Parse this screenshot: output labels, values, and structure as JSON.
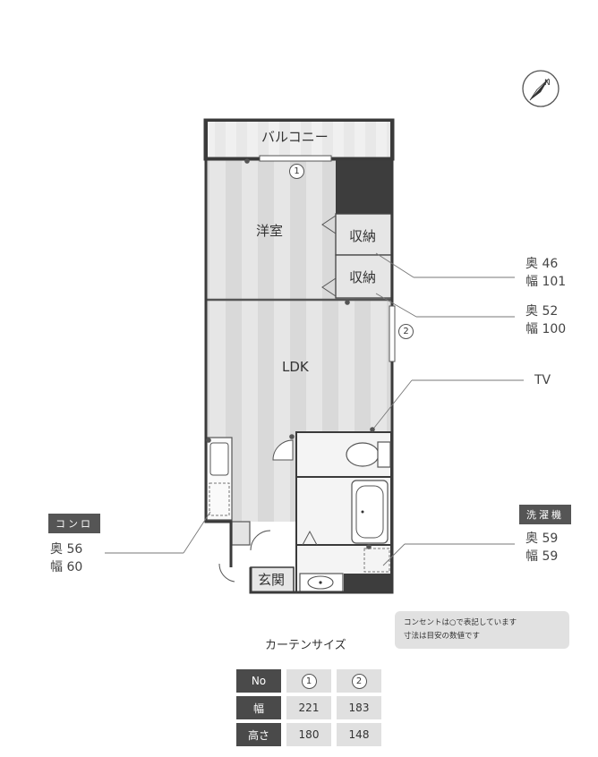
{
  "rooms": {
    "balcony": "バルコニー",
    "western_room": "洋室",
    "storage_1": "収納",
    "storage_2": "収納",
    "ldk": "LDK",
    "entrance": "玄関"
  },
  "window_marks": {
    "w1": "1",
    "w2": "2"
  },
  "annotations": {
    "storage_1": {
      "depth": "奥 46",
      "width": "幅 101"
    },
    "storage_2": {
      "depth": "奥 52",
      "width": "幅 100"
    },
    "tv": "TV",
    "stove": {
      "tag": "コンロ",
      "depth": "奥 56",
      "width": "幅 60"
    },
    "washer": {
      "tag": "洗濯機",
      "depth": "奥 59",
      "width": "幅 59"
    }
  },
  "note": {
    "line1": "コンセントは○で表記しています",
    "line2": "寸法は目安の数値です"
  },
  "curtain": {
    "title": "カーテンサイズ",
    "header": [
      "No",
      "1",
      "2"
    ],
    "rows": [
      {
        "label": "幅",
        "values": [
          "221",
          "183"
        ]
      },
      {
        "label": "高さ",
        "values": [
          "180",
          "148"
        ]
      }
    ]
  },
  "icons": {
    "compass": "north-arrow-icon"
  }
}
